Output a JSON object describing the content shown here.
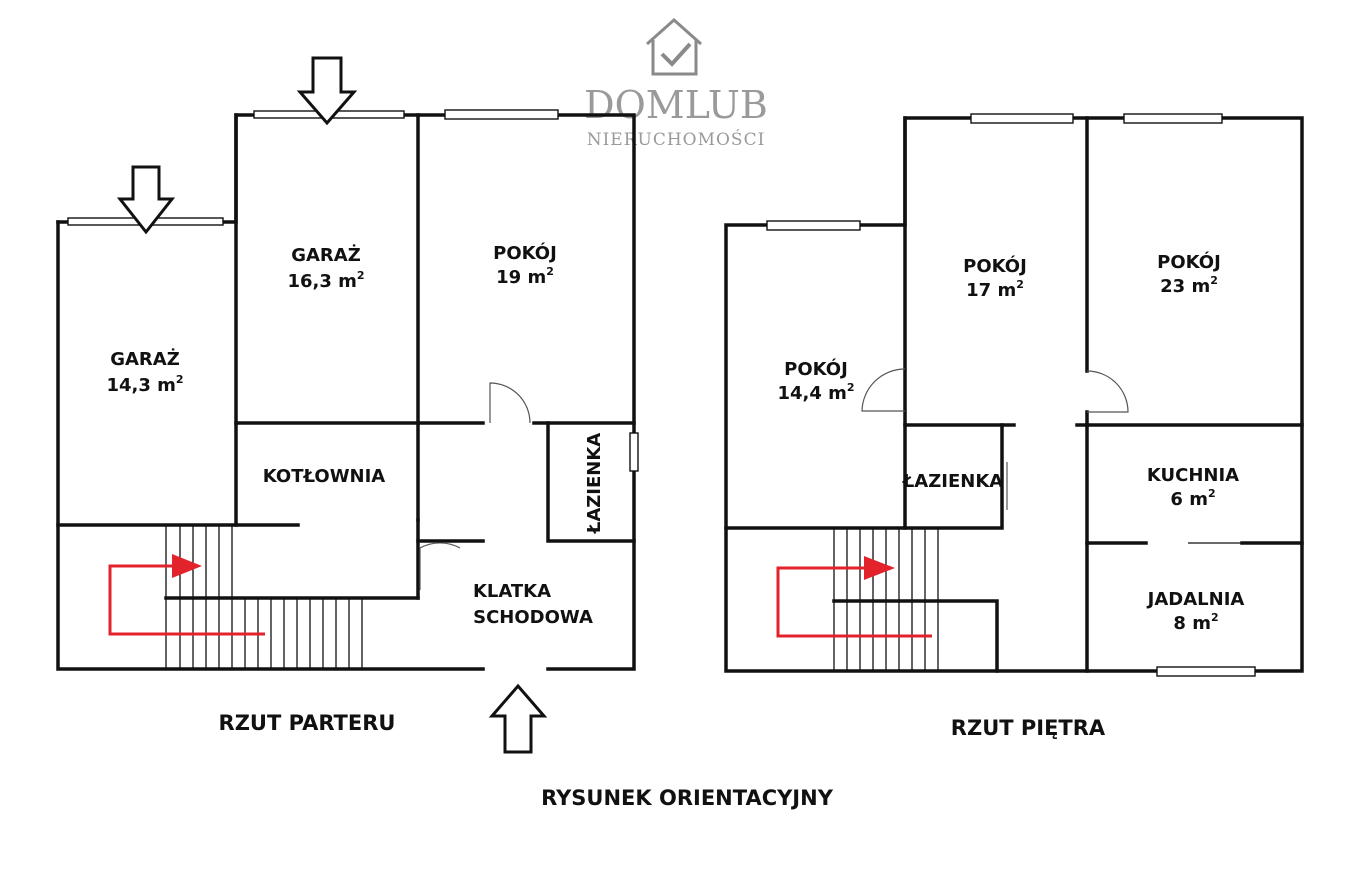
{
  "logo": {
    "name": "DOMLUB",
    "tagline": "NIERUCHOMOŚCI"
  },
  "ground_floor": {
    "title": "RZUT PARTERU",
    "rooms": [
      {
        "id": "garage-1",
        "name": "GARAŻ",
        "area": "14,3"
      },
      {
        "id": "garage-2",
        "name": "GARAŻ",
        "area": "16,3"
      },
      {
        "id": "room",
        "name": "POKÓJ",
        "area": "19"
      },
      {
        "id": "boiler",
        "name": "KOTŁOWNIA"
      },
      {
        "id": "bathroom",
        "name": "ŁAZIENKA"
      },
      {
        "id": "stairwell",
        "name_line1": "KLATKA",
        "name_line2": "SCHODOWA"
      }
    ]
  },
  "upper_floor": {
    "title": "RZUT PIĘTRA",
    "rooms": [
      {
        "id": "room-1",
        "name": "POKÓJ",
        "area": "14,4"
      },
      {
        "id": "room-2",
        "name": "POKÓJ",
        "area": "17"
      },
      {
        "id": "room-3",
        "name": "POKÓJ",
        "area": "23"
      },
      {
        "id": "bathroom",
        "name": "ŁAZIENKA"
      },
      {
        "id": "kitchen",
        "name": "KUCHNIA",
        "area": "6"
      },
      {
        "id": "dining",
        "name": "JADALNIA",
        "area": "8"
      }
    ]
  },
  "unit": "m",
  "unit_exp": "2",
  "footer": "RYSUNEK ORIENTACYJNY"
}
